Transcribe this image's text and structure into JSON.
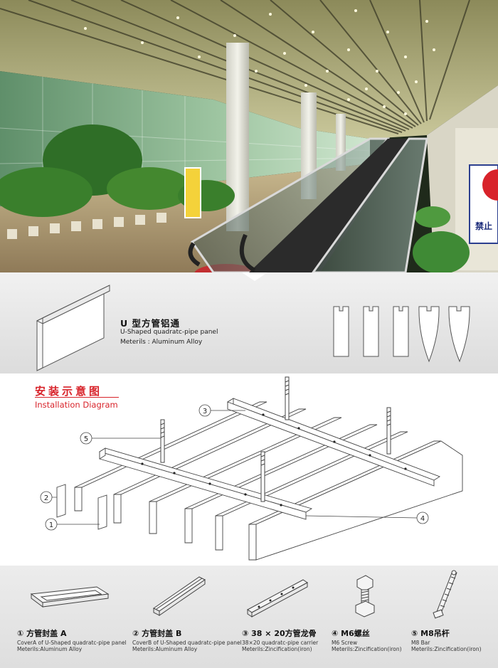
{
  "product": {
    "title": "U 型方管铝通",
    "subtitle": "U-Shaped quadratc-pipe panel",
    "material": "Meterils : Aluminum Alloy"
  },
  "install": {
    "title": "安装示意图",
    "subtitle": "Installation Diagram",
    "callouts": [
      "1",
      "2",
      "3",
      "4",
      "5"
    ]
  },
  "hero": {
    "sign_text": "禁止"
  },
  "parts": [
    {
      "title": "① 方管封盖 A",
      "desc1": "CoverA of U-Shaped quadratc-pipe panel",
      "desc2": "Meterils:Aluminum Alloy",
      "icon": "end-cap-a-icon"
    },
    {
      "title": "② 方管封盖 B",
      "desc1": "CoverB of U-Shaped quadratc-pipe panel",
      "desc2": "Meterils:Aluminum Alloy",
      "icon": "end-cap-b-icon"
    },
    {
      "title": "③ 38 × 20方管龙骨",
      "desc1": "38×20 quadratc-pipe carrier",
      "desc2": "Meterils:Zincification(iron)",
      "icon": "carrier-icon"
    },
    {
      "title": "④ M6螺丝",
      "desc1": "M6 Screw",
      "desc2": "Meterils:Zincification(iron)",
      "icon": "screw-icon"
    },
    {
      "title": "⑤ M8吊杆",
      "desc1": "M8 Bar",
      "desc2": "Meterils:Zincification(iron)",
      "icon": "hanger-rod-icon"
    }
  ],
  "colors": {
    "accent": "#d8232a",
    "band": "#e4e4e4"
  }
}
